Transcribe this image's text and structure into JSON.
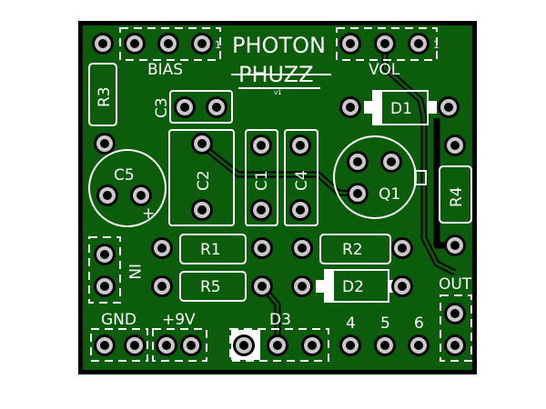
{
  "board": {
    "title_line1": "PHOTON",
    "title_line2": "PHUZZ",
    "version": "v1",
    "colors": {
      "board": "#0b5c0b",
      "silkscreen": "#ffffff",
      "pad": "#c8c8c8",
      "edge": "#000000"
    }
  },
  "labels": {
    "bias": "BIAS",
    "bias_pin1": "1",
    "vol": "VOL",
    "vol_pin1": "1",
    "r1": "R1",
    "r2": "R2",
    "r3": "R3",
    "r4": "R4",
    "r5": "R5",
    "c1": "C1",
    "c2": "C2",
    "c3": "C3",
    "c4": "C4",
    "c5": "C5",
    "c5_plus": "+",
    "d1": "D1",
    "d2": "D2",
    "d3": "D3",
    "q1": "Q1",
    "in": "IN",
    "out": "OUT",
    "gnd": "GND",
    "v9": "+9V",
    "p4": "4",
    "p5": "5",
    "p6": "6"
  }
}
